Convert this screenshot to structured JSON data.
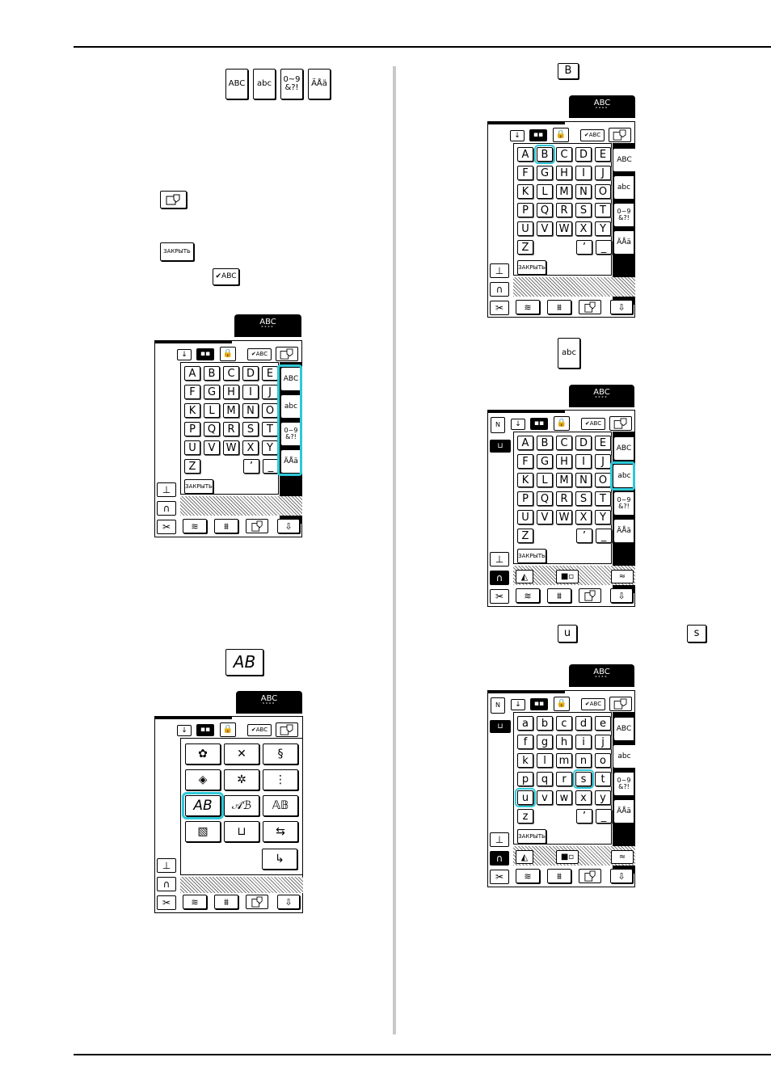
{
  "icons": {
    "abc_upper": "ABC",
    "abc_lower": "abc",
    "num_top": "0~9",
    "num_bot": "&?!",
    "accent": "ÄÅä",
    "check_abc": "✔ABC",
    "close_label": "ЗАКРЫТЬ",
    "key_b": "B",
    "key_u": "u",
    "key_s": "s",
    "ab_italic": "AB"
  },
  "screen": {
    "mode_top": "ABC",
    "mode_bot": "ﾟﾟﾟﾟ",
    "upper_keys": [
      "A",
      "B",
      "C",
      "D",
      "E",
      "F",
      "G",
      "H",
      "I",
      "J",
      "K",
      "L",
      "M",
      "N",
      "O",
      "P",
      "Q",
      "R",
      "S",
      "T",
      "U",
      "V",
      "W",
      "X",
      "Y",
      "Z"
    ],
    "lower_keys": [
      "a",
      "b",
      "c",
      "d",
      "e",
      "f",
      "g",
      "h",
      "i",
      "j",
      "k",
      "l",
      "m",
      "n",
      "o",
      "p",
      "q",
      "r",
      "s",
      "t",
      "u",
      "v",
      "w",
      "x",
      "y",
      "z"
    ],
    "apostrophe": "’",
    "space": "_",
    "tab_upper": "ABC",
    "tab_lower": "abc",
    "tab_num": "0~9\n&?!",
    "tab_accent": "ÄÅä",
    "close": "ЗАКРЫТЬ",
    "check": "✔ABC",
    "n_label": "N"
  },
  "accent_color": "#2ec8d8"
}
